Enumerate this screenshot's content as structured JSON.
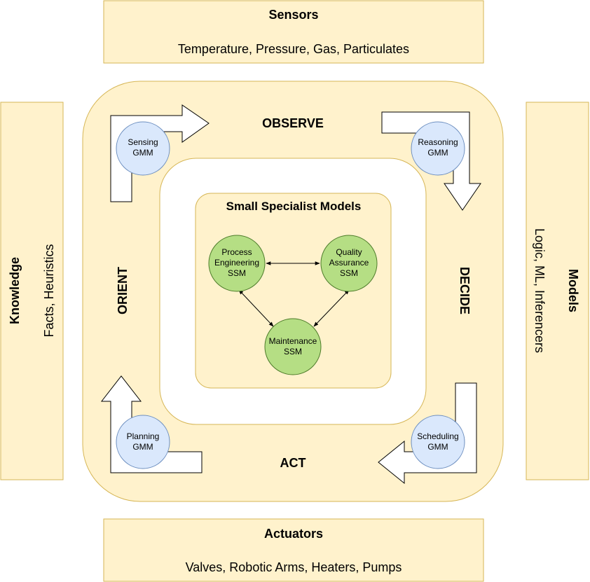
{
  "sensors": {
    "title": "Sensors",
    "subtitle": "Temperature, Pressure, Gas, Particulates"
  },
  "actuators": {
    "title": "Actuators",
    "subtitle": "Valves, Robotic Arms, Heaters, Pumps"
  },
  "knowledge": {
    "title": "Knowledge",
    "subtitle": "Facts, Heuristics"
  },
  "models": {
    "title": "Models",
    "subtitle": "Logic, ML, Inferencers"
  },
  "loop": {
    "observe": "OBSERVE",
    "decide": "DECIDE",
    "act": "ACT",
    "orient": "ORIENT"
  },
  "gmm": {
    "sensing": [
      "Sensing",
      "GMM"
    ],
    "reasoning": [
      "Reasoning",
      "GMM"
    ],
    "planning": [
      "Planning",
      "GMM"
    ],
    "scheduling": [
      "Scheduling",
      "GMM"
    ]
  },
  "specialists": {
    "title": "Small Specialist Models",
    "process": [
      "Process",
      "Engineering",
      "SSM"
    ],
    "quality": [
      "Quality",
      "Assurance",
      "SSM"
    ],
    "maintenance": [
      "Maintenance",
      "SSM"
    ]
  },
  "colors": {
    "panel_fill": "#fff2cc",
    "panel_stroke": "#d6b656",
    "gmm_fill": "#dae8fc",
    "gmm_stroke": "#6c8ebf",
    "ssm_fill": "#b5de84",
    "ssm_stroke": "#4d7c2a"
  }
}
